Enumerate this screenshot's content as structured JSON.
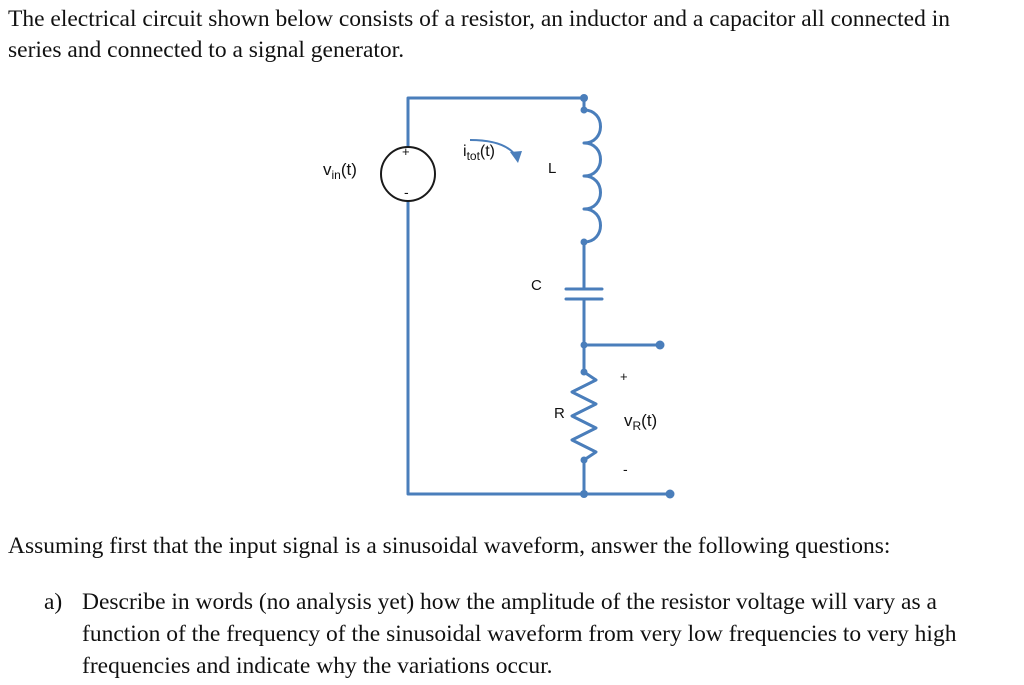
{
  "intro": "The electrical circuit shown below consists of a resistor, an inductor and a capacitor all connected in series and connected to a signal generator.",
  "circuit": {
    "vin_main": "v",
    "vin_sub": "in",
    "vin_tail": "(t)",
    "plus_source": "+",
    "minus_source": "-",
    "itot_main": "i",
    "itot_sub": "tot",
    "itot_tail": "(t)",
    "L": "L",
    "C": "C",
    "R": "R",
    "vr_main": "v",
    "vr_sub": "R",
    "vr_tail": "(t)",
    "plus_out": "+",
    "minus_out": "-",
    "wire_color": "#4a7ebb"
  },
  "question": "Assuming first that the input signal is a sinusoidal waveform, answer the following questions:",
  "item_a": {
    "marker": "a)",
    "text": "Describe in words (no analysis yet) how the amplitude of the resistor voltage will vary as a function of the frequency of the sinusoidal waveform from very low frequencies to very high frequencies and indicate why the variations occur."
  }
}
